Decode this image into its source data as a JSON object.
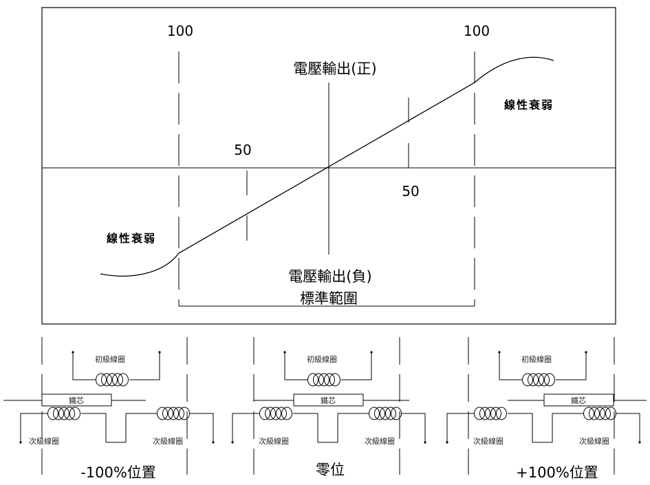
{
  "graph": {
    "label_top_left": "100",
    "label_top_right": "100",
    "label_mid_left": "50",
    "label_mid_right": "50",
    "label_positive": "電壓輸出(正)",
    "label_negative": "電壓輸出(負)",
    "label_standard_range": "標準範圍",
    "label_nonlinear_right": "線性衰弱",
    "label_nonlinear_left": "線性衰弱"
  },
  "panels": [
    {
      "primary": "初級線圈",
      "core": "鐵芯",
      "secondary_left": "次級線圈",
      "secondary_right": "次級線圈",
      "position": "-100%位置"
    },
    {
      "primary": "初級線圈",
      "core": "鐵芯",
      "secondary_left": "次級線圈",
      "secondary_right": "次級線圈",
      "position": "零位"
    },
    {
      "primary": "初級線圈",
      "core": "鐵芯",
      "secondary_left": "次級線圈",
      "secondary_right": "次級線圈",
      "position": "+100%位置"
    }
  ]
}
